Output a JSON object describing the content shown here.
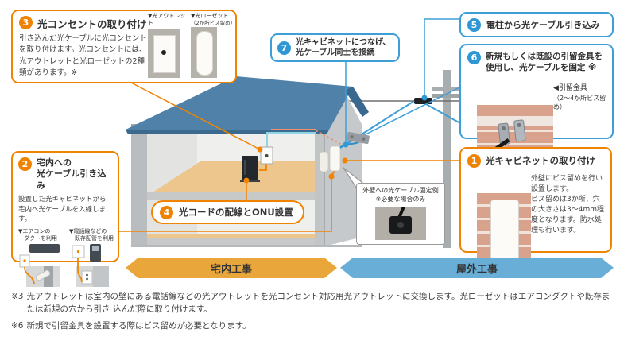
{
  "colors": {
    "orange_accent": "#EF8200",
    "blue_accent": "#3E9FD8",
    "arrow_orange": "#E9A63B",
    "arrow_blue": "#68AED7",
    "roof_blue": "#4F81A9"
  },
  "steps": {
    "s1": {
      "num": "1",
      "title": "光キャビネットの取り付け",
      "body": "外壁にビス留めを行い設置します。\nビス留めは3か所、穴の大きさは3〜4mm程度となります。防水処理も行います。"
    },
    "s2": {
      "num": "2",
      "title": "宅内への\n光ケーブル引き込み",
      "body": "設置した光キャビネットから\n宅内へ光ケーブルを入線します。",
      "ill1_label": "▼エアコンの\n　ダクトを利用",
      "ill2_label": "▼電話線などの\n　既存配管を利用"
    },
    "s3": {
      "num": "3",
      "title": "光コンセントの取り付け",
      "body": "引き込んだ光ケーブルに光コンセントを取り付けます。光コンセントには、光アウトレットと光ローゼットの2種類があります。※",
      "photo1_label": "▼光アウトレット",
      "photo2_label": "▼光ローゼット",
      "photo2_sub": "（2か所ビス留め）"
    },
    "s4": {
      "num": "4",
      "title": "光コードの配線とONU設置"
    },
    "s5": {
      "num": "5",
      "title": "電柱から光ケーブル引き込み"
    },
    "s6": {
      "num": "6",
      "title": "新規もしくは既設の引留金具を\n使用し、光ケーブルを固定 ※",
      "photo_caption": "◀引留金具",
      "photo_caption_sub": "（2〜4か所ビス留め）"
    },
    "s7": {
      "num": "7",
      "title": "光キャビネットにつなげ、\n光ケーブル同士を接続"
    }
  },
  "bubble": {
    "text": "外壁への光ケーブル固定例\n※必要な場合のみ"
  },
  "arrows": {
    "indoor": "宅内工事",
    "outdoor": "屋外工事"
  },
  "footnotes": [
    {
      "label": "※3",
      "text": "光アウトレットは室内の壁にある電話線などの光アウトレットを光コンセント対応用光アウトレットに交換します。光ローゼットはエアコンダクトや既存または新規の穴から引き 込んだ際に取り付けます。"
    },
    {
      "label": "※6",
      "text": "新規で引留金具を設置する際はビス留めが必要となります。"
    }
  ]
}
